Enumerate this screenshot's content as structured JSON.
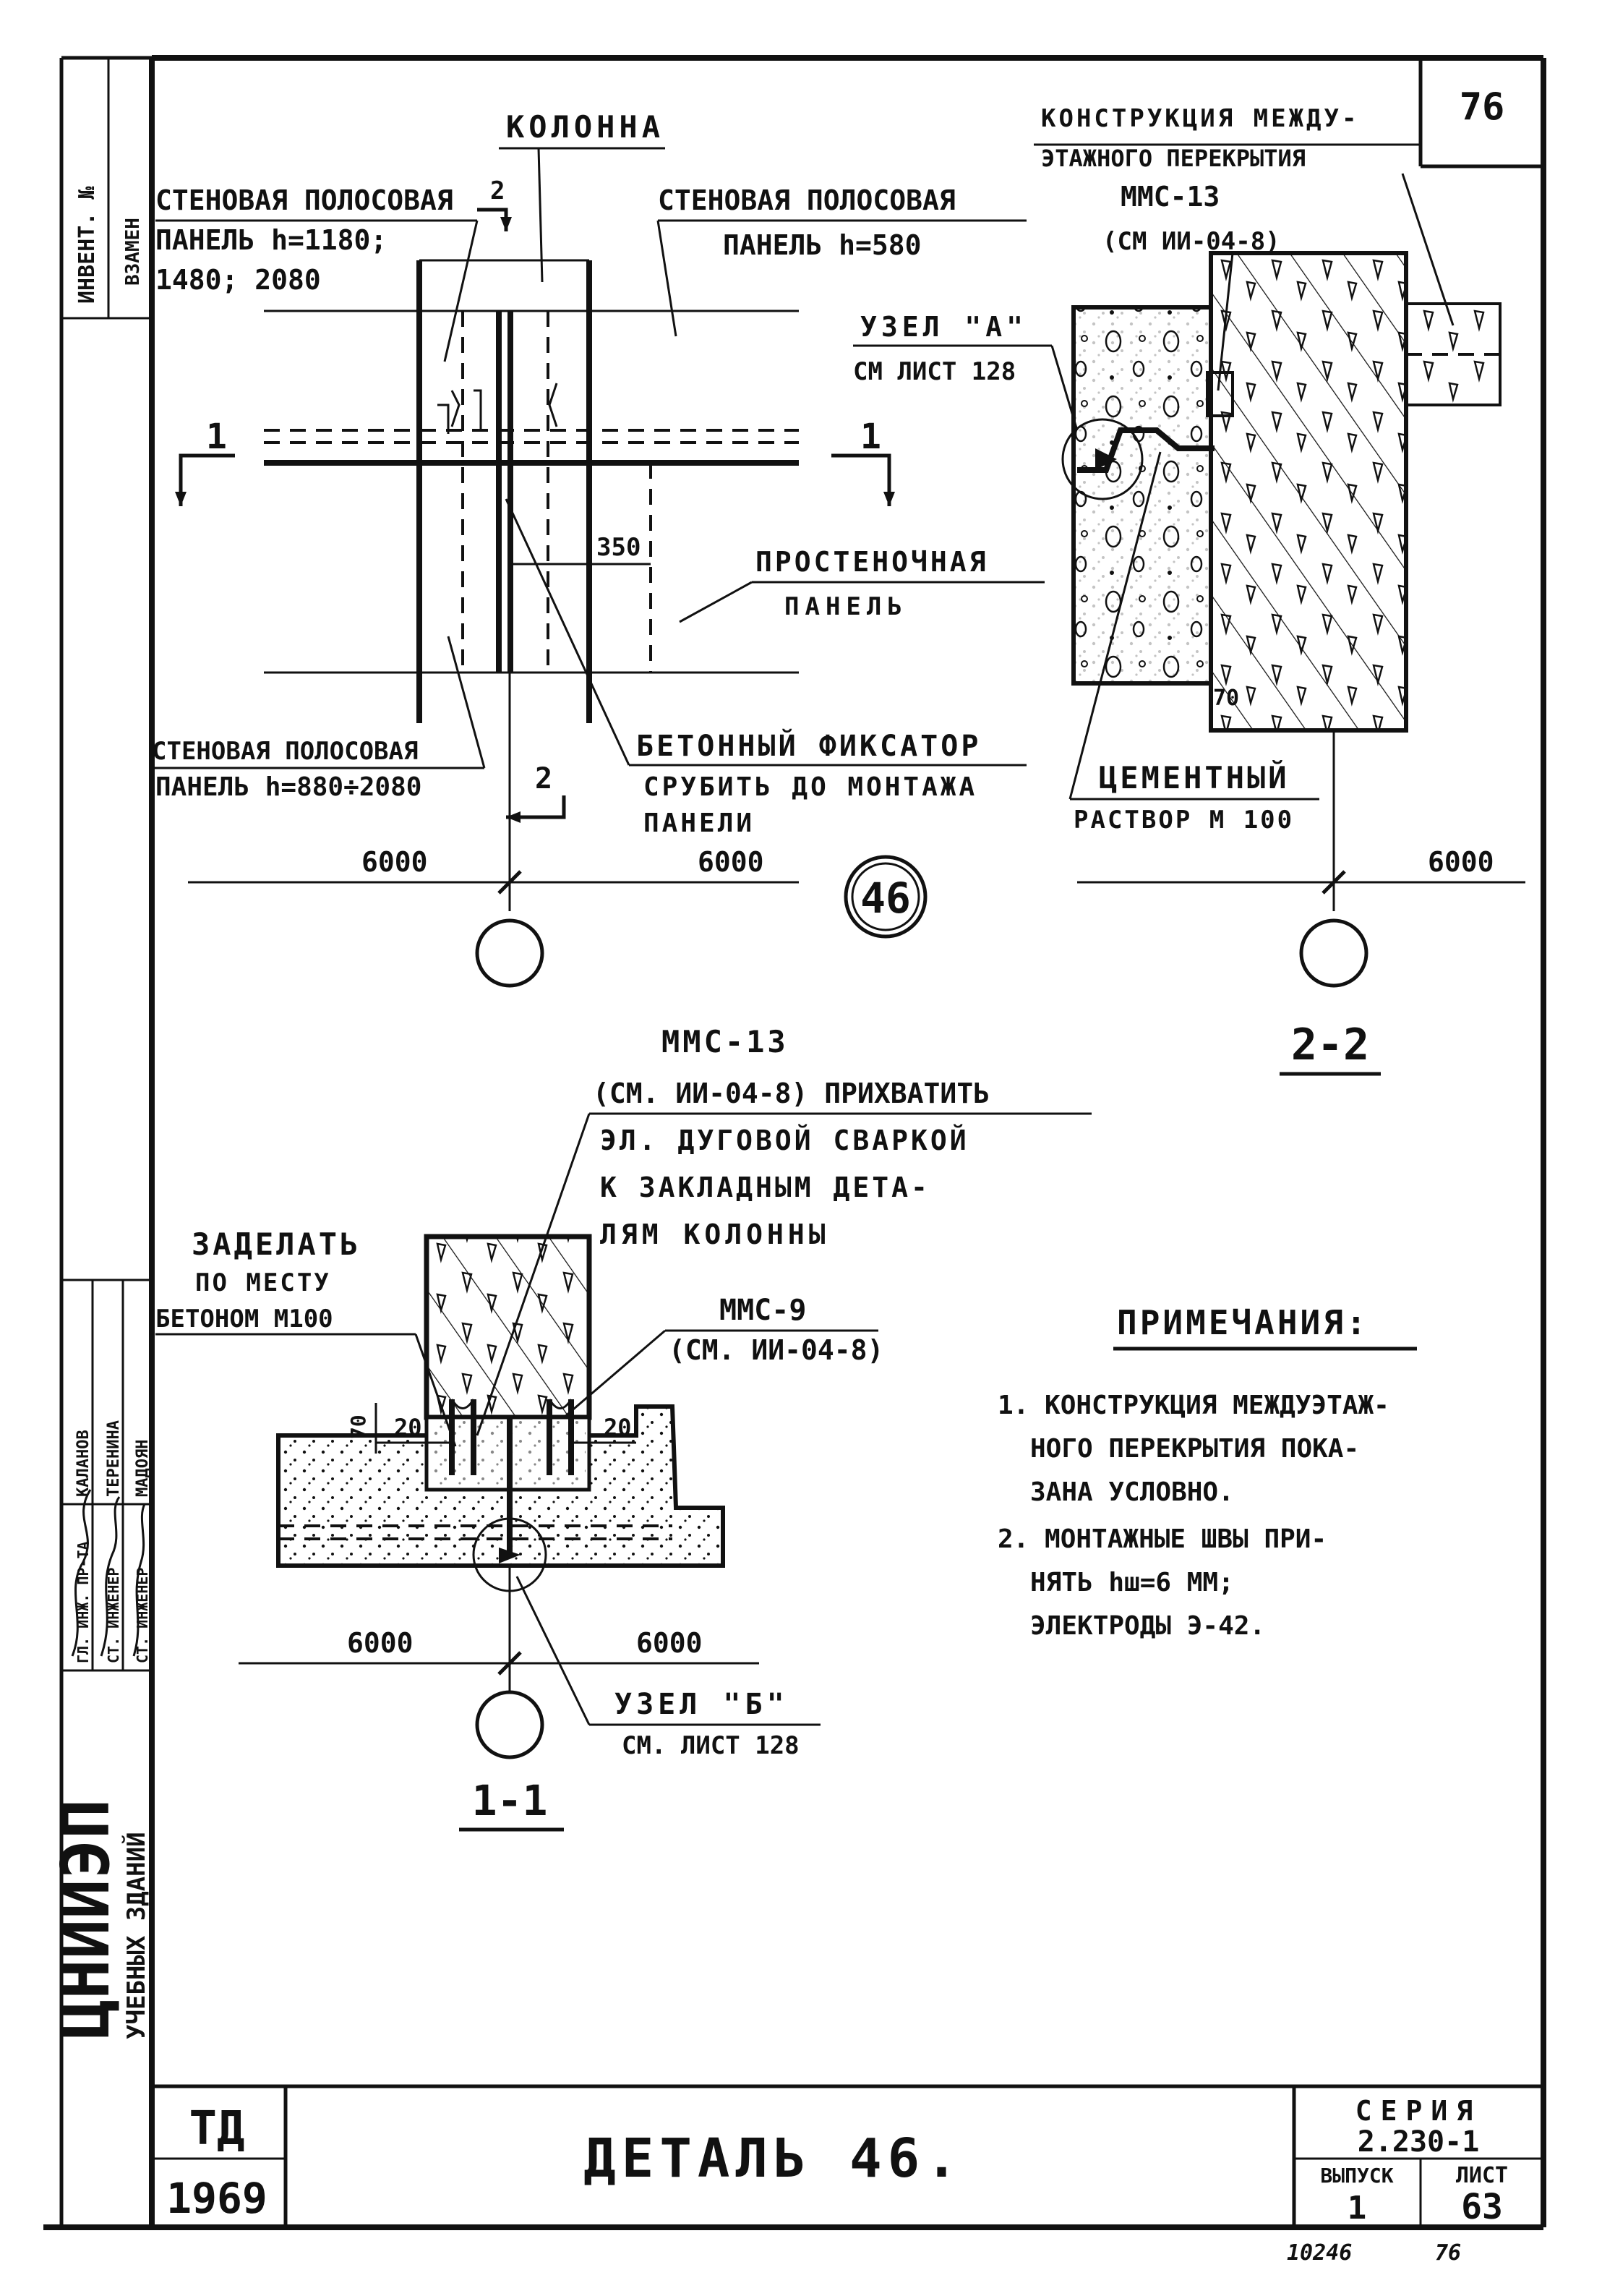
{
  "sheet": {
    "corner_number": "76",
    "stamp": {
      "label_top": "ТД",
      "label_bottom": "1969",
      "title": "ДЕТАЛЬ 46.",
      "series_label": "СЕРИЯ",
      "series_value": "2.230-1",
      "issue_label": "ВЫПУСК",
      "issue_value": "1",
      "sheet_label": "ЛИСТ",
      "sheet_value": "63"
    },
    "below_stamp_left": "10246",
    "below_stamp_right": "76"
  },
  "side_strip": {
    "inv_label": "ИНВЕНТ. №",
    "replace_label": "ВЗАМЕН",
    "org_main": "ЦНИИЭП",
    "org_sub": "УЧЕБНЫХ ЗДАНИЙ",
    "roles": [
      "ГЛ. ИНЖ. ПР-ТА",
      "СТ. ИНЖЕНЕР",
      "СТ. ИНЖЕНЕР"
    ],
    "names": [
      "КАЛАНОВ",
      "ТЕРЕНИНА",
      "МАДОЯН"
    ]
  },
  "detail_marker": "46",
  "top_left_view": {
    "column_label": "КОЛОННА",
    "section_mark_top": "2",
    "section_mark_bottom": "2",
    "section_mark_left": "1",
    "section_mark_right": "1",
    "panel_upper_left_l1": "СТЕНОВАЯ ПОЛОСОВАЯ",
    "panel_upper_left_l2": "ПАНЕЛЬ h=1180;",
    "panel_upper_left_l3": "1480; 2080",
    "panel_upper_right_l1": "СТЕНОВАЯ ПОЛОСОВАЯ",
    "panel_upper_right_l2": "ПАНЕЛЬ h=580",
    "dim_350": "350",
    "pier_panel_l1": "ПРОСТЕНОЧНАЯ",
    "pier_panel_l2": "ПАНЕЛЬ",
    "panel_lower_l1": "СТЕНОВАЯ ПОЛОСОВАЯ",
    "panel_lower_l2": "ПАНЕЛЬ h=880÷2080",
    "fixator_l1": "БЕТОННЫЙ ФИКСАТОР",
    "fixator_l2": "СРУБИТЬ ДО МОНТАЖА",
    "fixator_l3": "ПАНЕЛИ",
    "axis_dim_left": "6000",
    "axis_dim_right": "6000"
  },
  "section_2_2": {
    "floor_l1": "КОНСТРУКЦИЯ МЕЖДУ-",
    "floor_l2": "ЭТАЖНОГО ПЕРЕКРЫТИЯ",
    "mmc_l1": "ММС-13",
    "mmc_l2": "(СМ ИИ-04-8)",
    "node_a_l1": "УЗЕЛ \"А\"",
    "node_a_l2": "СМ ЛИСТ 128",
    "dim_70": "70",
    "cement_l1": "ЦЕМЕНТНЫЙ",
    "cement_l2": "РАСТВОР М 100",
    "axis_dim": "6000",
    "section_title": "2-2"
  },
  "section_1_1": {
    "mmc13_l1": "ММС-13",
    "mmc13_l2": "(СМ. ИИ-04-8) ПРИХВАТИТЬ",
    "mmc13_l3": "ЭЛ. ДУГОВОЙ СВАРКОЙ",
    "mmc13_l4": "К ЗАКЛАДНЫМ ДЕТА-",
    "mmc13_l5": "ЛЯМ КОЛОННЫ",
    "embed_l1": "ЗАДЕЛАТЬ",
    "embed_l2": "ПО МЕСТУ",
    "embed_l3": "БЕТОНОМ М100",
    "mmc9_l1": "ММС-9",
    "mmc9_l2": "(СМ. ИИ-04-8)",
    "dim_70": "70",
    "dim_20_left": "20",
    "dim_20_right": "20",
    "axis_dim_left": "6000",
    "axis_dim_right": "6000",
    "node_b_l1": "УЗЕЛ \"Б\"",
    "node_b_l2": "СМ. ЛИСТ 128",
    "section_title": "1-1"
  },
  "notes": {
    "title": "ПРИМЕЧАНИЯ:",
    "n1_l1": "1. КОНСТРУКЦИЯ МЕЖДУЭТАЖ-",
    "n1_l2": "НОГО ПЕРЕКРЫТИЯ ПОКА-",
    "n1_l3": "ЗАНА УСЛОВНО.",
    "n2_l1": "2. МОНТАЖНЫЕ ШВЫ  ПРИ-",
    "n2_l2": "НЯТЬ hш=6 ММ;",
    "n2_l3": "ЭЛЕКТРОДЫ Э-42."
  }
}
